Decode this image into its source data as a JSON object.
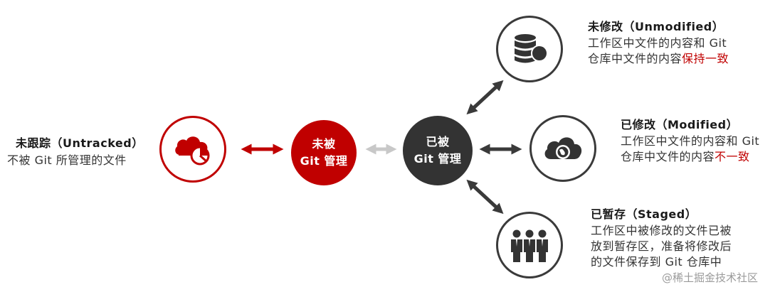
{
  "untracked": {
    "title": "未跟踪（Untracked）",
    "desc": "不被 Git 所管理的文件",
    "icon": "cloud-pie-chart-icon"
  },
  "not_managed": {
    "line1": "未被",
    "line2": "Git 管理"
  },
  "managed": {
    "line1": "已被",
    "line2": "Git 管理"
  },
  "unmodified": {
    "title": "未修改（Unmodified）",
    "desc_normal": "工作区中文件的内容和 Git 仓库中文件的内容",
    "desc_highlight": "保持一致",
    "icon": "database-icon"
  },
  "modified": {
    "title": "已修改（Modified）",
    "desc_normal": "工作区中文件的内容和 Git 仓库中文件的内容",
    "desc_highlight": "不一致",
    "icon": "cloud-globe-icon"
  },
  "staged": {
    "title": "已暂存（Staged）",
    "desc": "工作区中被修改的文件已被放到暂存区，准备将修改后的文件保存到 Git 仓库中",
    "icon": "people-group-icon"
  },
  "watermark": "@稀土掘金技术社区",
  "colors": {
    "red": "#c00000",
    "dark": "#333333",
    "grey_arrow": "#c8c8c8"
  }
}
